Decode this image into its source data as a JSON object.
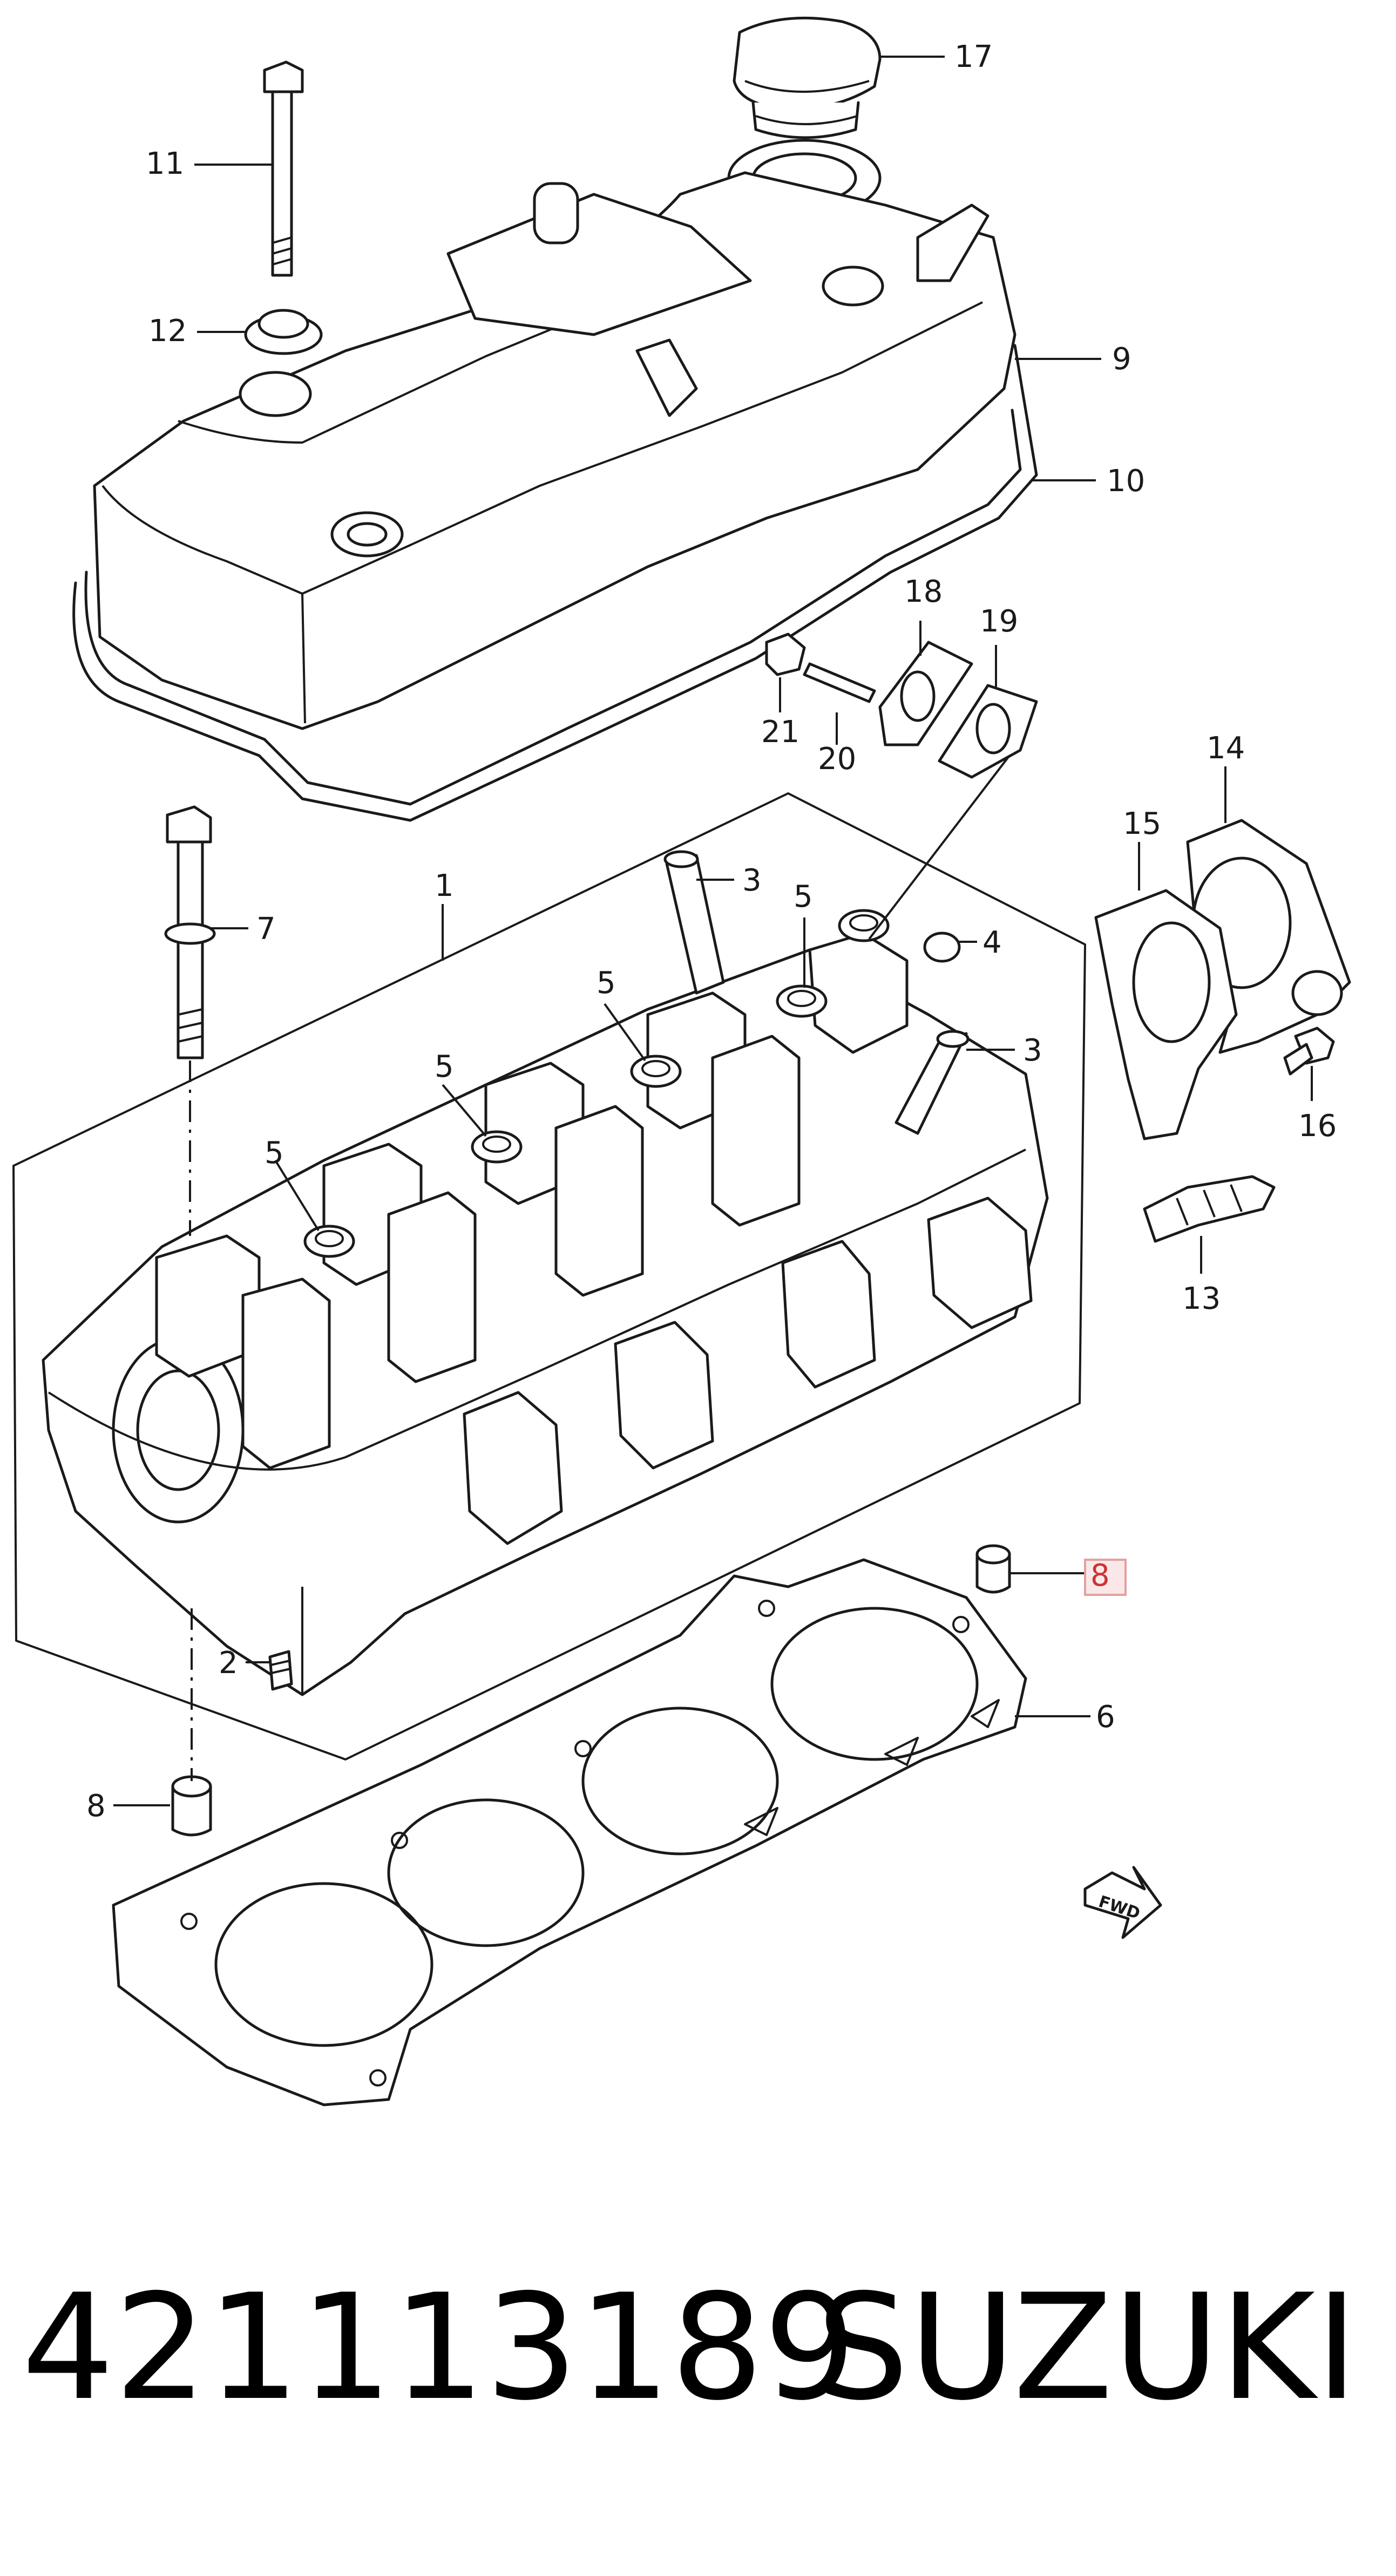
{
  "diagram": {
    "callouts": {
      "c1": "1",
      "c2": "2",
      "c3a": "3",
      "c3b": "3",
      "c4": "4",
      "c5a": "5",
      "c5b": "5",
      "c5c": "5",
      "c5d": "5",
      "c5e": "5",
      "c6": "6",
      "c7": "7",
      "c8a": "8",
      "c8b": "8",
      "c9": "9",
      "c10": "10",
      "c11": "11",
      "c12": "12",
      "c13": "13",
      "c14": "14",
      "c15": "15",
      "c16": "16",
      "c17": "17",
      "c18": "18",
      "c19": "19",
      "c20": "20",
      "c21": "21"
    },
    "fwd_label": "FWD",
    "highlight_color": "#cc3333"
  },
  "caption": {
    "part_number": "421113189",
    "brand": "SUZUKI"
  }
}
